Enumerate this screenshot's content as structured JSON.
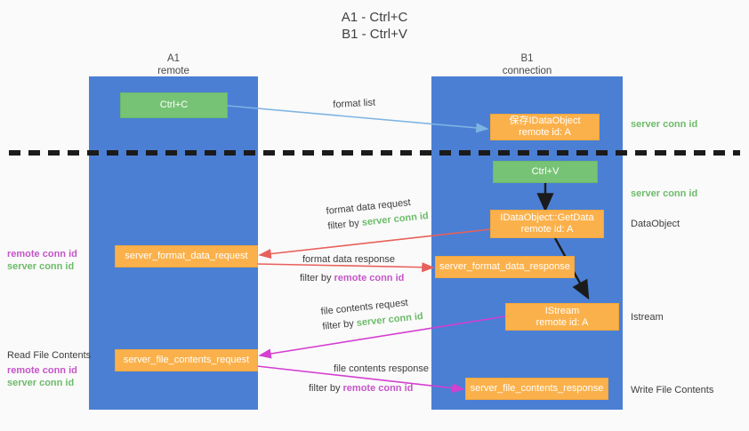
{
  "title": "A1 - Ctrl+C\nB1 - Ctrl+V",
  "lanes": [
    {
      "name": "A1",
      "sub": "remote"
    },
    {
      "name": "B1",
      "sub": "connection"
    }
  ],
  "colors": {
    "lane": "#4a7fd4",
    "green_box": "#77c376",
    "orange_box": "#fbb14b",
    "server_conn_id": "#6dbb6a",
    "remote_conn_id": "#c455c7",
    "arrow_blue": "#7eb4e2",
    "arrow_red": "#e8605a",
    "arrow_magenta": "#d43fd0",
    "arrow_black": "#1b1b1b",
    "background": "#fafafa"
  },
  "boxes": {
    "ctrl_c": {
      "line1": "Ctrl+C",
      "line2": ""
    },
    "idataobject_top": {
      "line1": "保存IDataObject",
      "line2": "remote id: A"
    },
    "ctrl_v": {
      "line1": "Ctrl+V",
      "line2": ""
    },
    "getdata": {
      "line1": "IDataObject::GetData",
      "line2": "remote id: A"
    },
    "istream": {
      "line1": "IStream",
      "line2": "remote id: A"
    },
    "server_format_data_request": {
      "line1": "server_format_data_request",
      "line2": ""
    },
    "server_format_data_response": {
      "line1": "server_format_data_response",
      "line2": ""
    },
    "server_file_contents_request": {
      "line1": "server_file_contents_request",
      "line2": ""
    },
    "server_file_contents_response": {
      "line1": "server_file_contents_response",
      "line2": ""
    }
  },
  "flow_labels": {
    "format_list": "format list",
    "format_data_request": "format data request",
    "format_data_request_filter_prefix": "filter by ",
    "format_data_request_filter_key": "server conn id",
    "format_data_response": "format data response",
    "format_data_response_filter_prefix": "filter by ",
    "format_data_response_filter_key": "remote conn id",
    "file_contents_request": "file contents request",
    "file_contents_request_filter_prefix": "filter by ",
    "file_contents_request_filter_key": "server conn id",
    "file_contents_response": "file contents response",
    "file_contents_response_filter_prefix": "filter by ",
    "file_contents_response_filter_key": "remote conn id"
  },
  "right_labels": {
    "server_conn_id_1": "server conn id",
    "server_conn_id_2": "server conn id",
    "dataobject": "DataObject",
    "istream": "Istream",
    "write_file_contents": "Write File Contents"
  },
  "left_labels": {
    "remote_conn_id_1": "remote conn id",
    "server_conn_id_1": "server conn id",
    "read_file_contents": "Read File Contents",
    "remote_conn_id_2": "remote conn id",
    "server_conn_id_2": "server conn id"
  }
}
